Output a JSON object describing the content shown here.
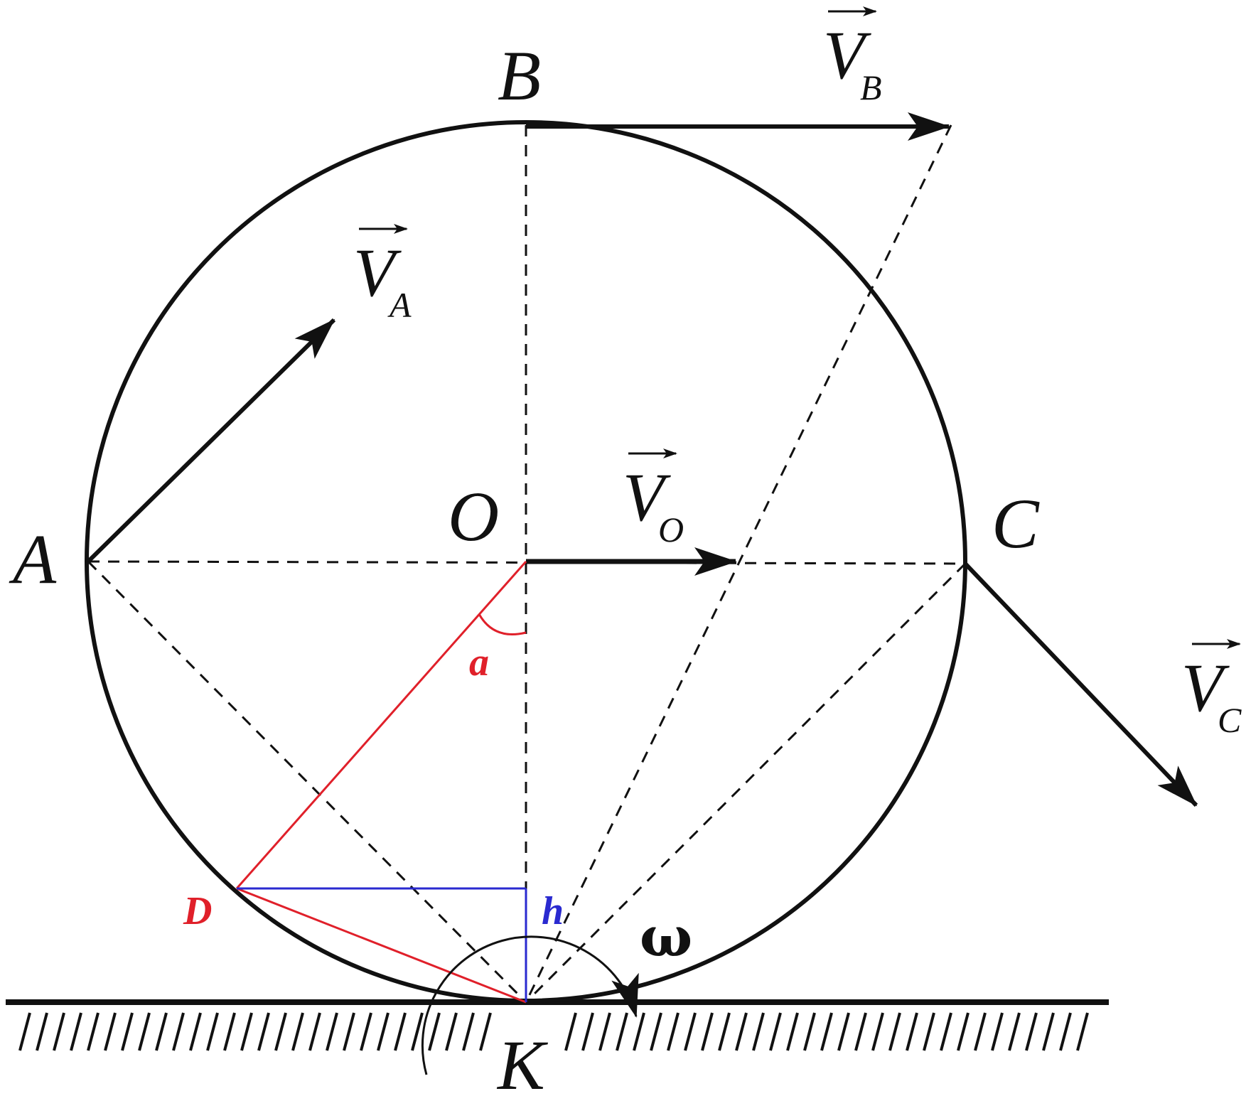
{
  "colors": {
    "ink": "#111111",
    "red": "#e0202a",
    "blue": "#2a2ad0"
  },
  "points": {
    "A": "A",
    "B": "B",
    "C": "C",
    "O": "O",
    "K": "K",
    "D": "D"
  },
  "vectors": {
    "VA": {
      "letter": "V",
      "sub": "A"
    },
    "VB": {
      "letter": "V",
      "sub": "B"
    },
    "VC": {
      "letter": "V",
      "sub": "C"
    },
    "VO": {
      "letter": "V",
      "sub": "O"
    }
  },
  "annotations": {
    "angle": "a",
    "height": "h",
    "omega": "ω"
  }
}
